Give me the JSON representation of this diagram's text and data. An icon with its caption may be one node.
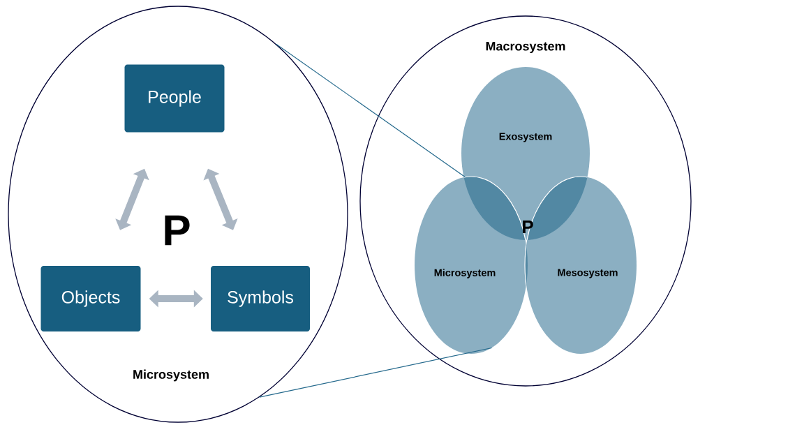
{
  "diagram": {
    "nodes": [
      {
        "text": [
          "Microsystem"
        ]
      },
      {
        "text": [
          "People"
        ],
        "in": 0
      },
      {
        "text": [
          "Objects"
        ],
        "in": 0
      },
      {
        "text": [
          "Symbols"
        ],
        "in": 0
      },
      {
        "text": [
          "Macrosystem"
        ]
      },
      {
        "text": [
          "Exosystem"
        ],
        "in": 4
      },
      {
        "text": [
          "Microsystem"
        ],
        "in": 4
      },
      {
        "text": [
          "Mesosystem"
        ],
        "in": 4
      }
    ],
    "edges": [
      {
        "from": 1,
        "to": 2,
        "arrow": "both",
        "color": "#a9b5c2"
      },
      {
        "from": 1,
        "to": 3,
        "arrow": "both",
        "color": "#a9b5c2"
      },
      {
        "from": 2,
        "to": 3,
        "arrow": "both",
        "color": "#a9b5c2"
      },
      {
        "from": 0,
        "to": 6,
        "arrow": "none",
        "color": "#24698c"
      },
      {
        "from": 0,
        "to": 6,
        "arrow": "none",
        "color": "#24698c"
      }
    ],
    "labels": [
      "P",
      "P"
    ]
  }
}
